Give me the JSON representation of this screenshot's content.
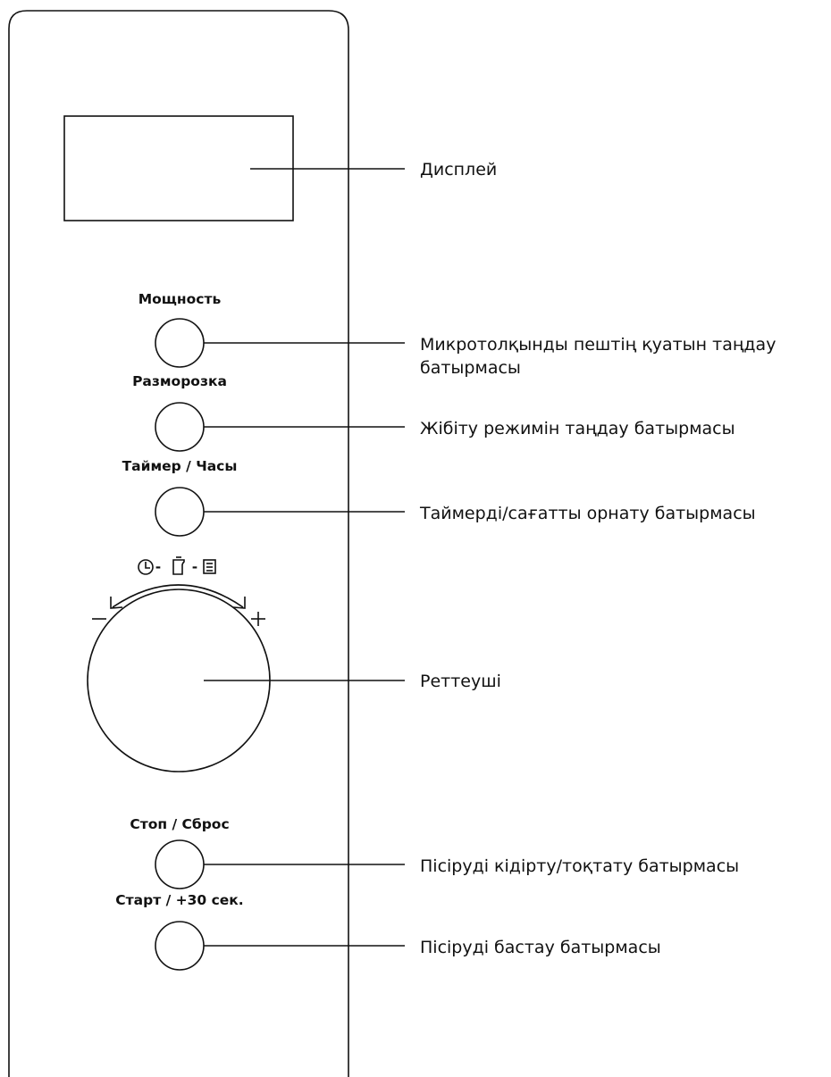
{
  "panel": {
    "buttons": {
      "power": "Мощность",
      "defrost": "Разморозка",
      "timer_clock": "Таймер / Часы",
      "stop_reset": "Стоп / Сброс",
      "start_plus30": "Старт / +30 сек."
    },
    "knob": {
      "minus_symbol": "–",
      "plus_symbol": "+",
      "mode_icons": [
        "clock-icon",
        "weight-icon",
        "menu-icon"
      ],
      "mode_separator": "-"
    }
  },
  "callouts": {
    "display": "Дисплей",
    "power_line1": "Микротолқынды пештің қуатын таңдау",
    "power_line2": "батырмасы",
    "defrost": "Жібіту режимін таңдау батырмасы",
    "timer": "Таймерді/сағатты орнату батырмасы",
    "knob": "Реттеуші",
    "stop": "Пісіруді кідірту/тоқтату батырмасы",
    "start": "Пісіруді бастау батырмасы"
  },
  "colors": {
    "ink": "#111111",
    "background": "#ffffff"
  }
}
